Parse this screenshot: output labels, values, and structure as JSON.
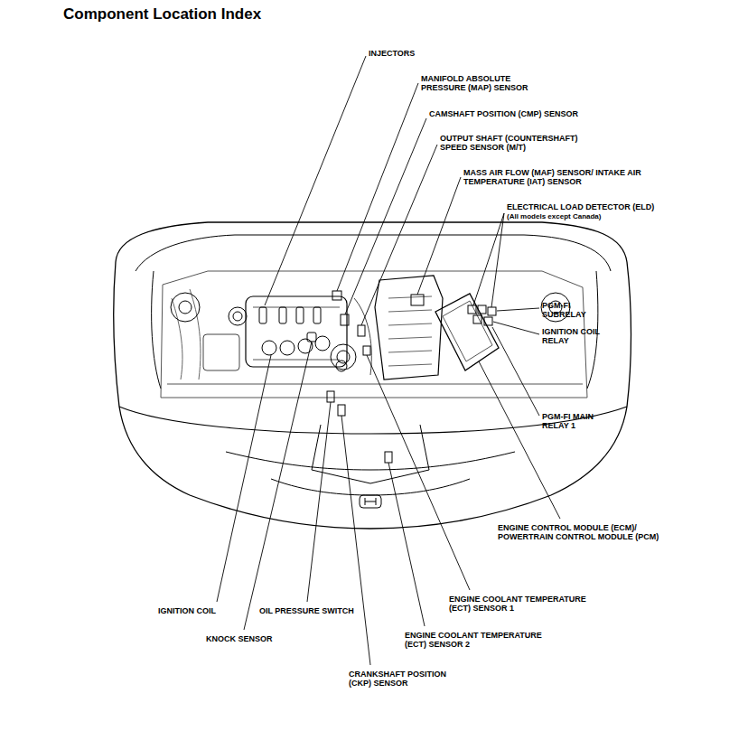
{
  "diagram": {
    "title": "Component Location Index",
    "labels": [
      "INJECTORS",
      "MANIFOLD ABSOLUTE PRESSURE (MAP) SENSOR",
      "CAMSHAFT POSITION (CMP) SENSOR",
      "OUTPUT SHAFT (COUNTERSHAFT) SPEED SENSOR (M/T)",
      "MASS AIR FLOW (MAF) SENSOR/ INTAKE AIR TEMPERATURE (IAT) SENSOR",
      "ELECTRICAL LOAD DETECTOR (ELD)",
      "(All models except Canada)",
      "PGM-FI SUBRELAY",
      "IGNITION COIL RELAY",
      "PGM-FI MAIN RELAY 1",
      "ENGINE CONTROL MODULE (ECM)/ POWERTRAIN CONTROL MODULE (PCM)",
      "ENGINE COOLANT TEMPERATURE (ECT) SENSOR 1",
      "ENGINE COOLANT TEMPERATURE (ECT) SENSOR 2",
      "CRANKSHAFT POSITION (CKP) SENSOR",
      "IGNITION COIL",
      "OIL PRESSURE SWITCH",
      "KNOCK SENSOR"
    ]
  }
}
